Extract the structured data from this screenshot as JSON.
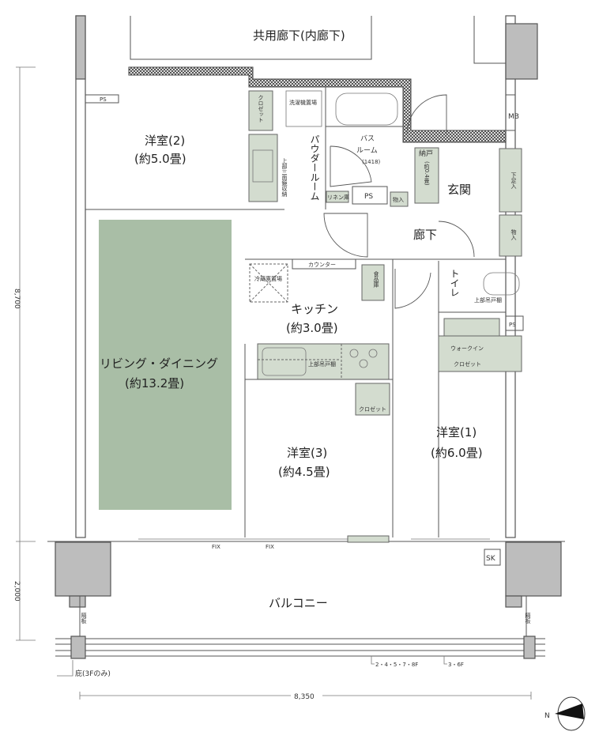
{
  "corridor": "共用廊下(内廊下)",
  "rooms": {
    "western2": {
      "name": "洋室(2)",
      "size": "(約5.0畳)"
    },
    "western3": {
      "name": "洋室(3)",
      "size": "(約4.5畳)"
    },
    "western1": {
      "name": "洋室(1)",
      "size": "(約6.0畳)"
    },
    "living": {
      "name": "リビング・ダイニング",
      "size": "(約13.2畳)"
    },
    "kitchen": {
      "name": "キッチン",
      "size": "(約3.0畳)"
    },
    "hallway": "廊下",
    "entrance": "玄関",
    "toilet": "トイレ",
    "powder": "パウダールーム",
    "bath": {
      "name1": "バス",
      "name2": "ルーム",
      "size": "(1418)"
    },
    "balcony": "バルコニー"
  },
  "fixtures": {
    "ps": "PS",
    "mb": "MB",
    "sk": "SK",
    "closet": "クロゼット",
    "laundry": "洗濯機置場",
    "mirror": "上部三面鏡収納",
    "linen": "リネン庫",
    "storage": "物入",
    "nando": "納戸",
    "nando_size": "(約0.4畳)",
    "shoe": "下足入",
    "counter": "カウンター",
    "fridge": "冷蔵庫置場",
    "pantry": "食品庫",
    "upper_cabinet": "上部吊戸棚",
    "wic1": "ウォークイン",
    "wic2": "クロゼット",
    "fix": "FIX",
    "partition": "隔板",
    "eave": "庇(3Fのみ)",
    "floors_a": "2・4・5・7・8F",
    "floors_b": "3・6F"
  },
  "dimensions": {
    "height_main": "8,700",
    "height_balcony": "2,000",
    "width": "8,350"
  },
  "compass": "N",
  "colors": {
    "living_green": "#a9bea6",
    "storage": "#d3dccf",
    "pillar": "#bdbdbd"
  }
}
